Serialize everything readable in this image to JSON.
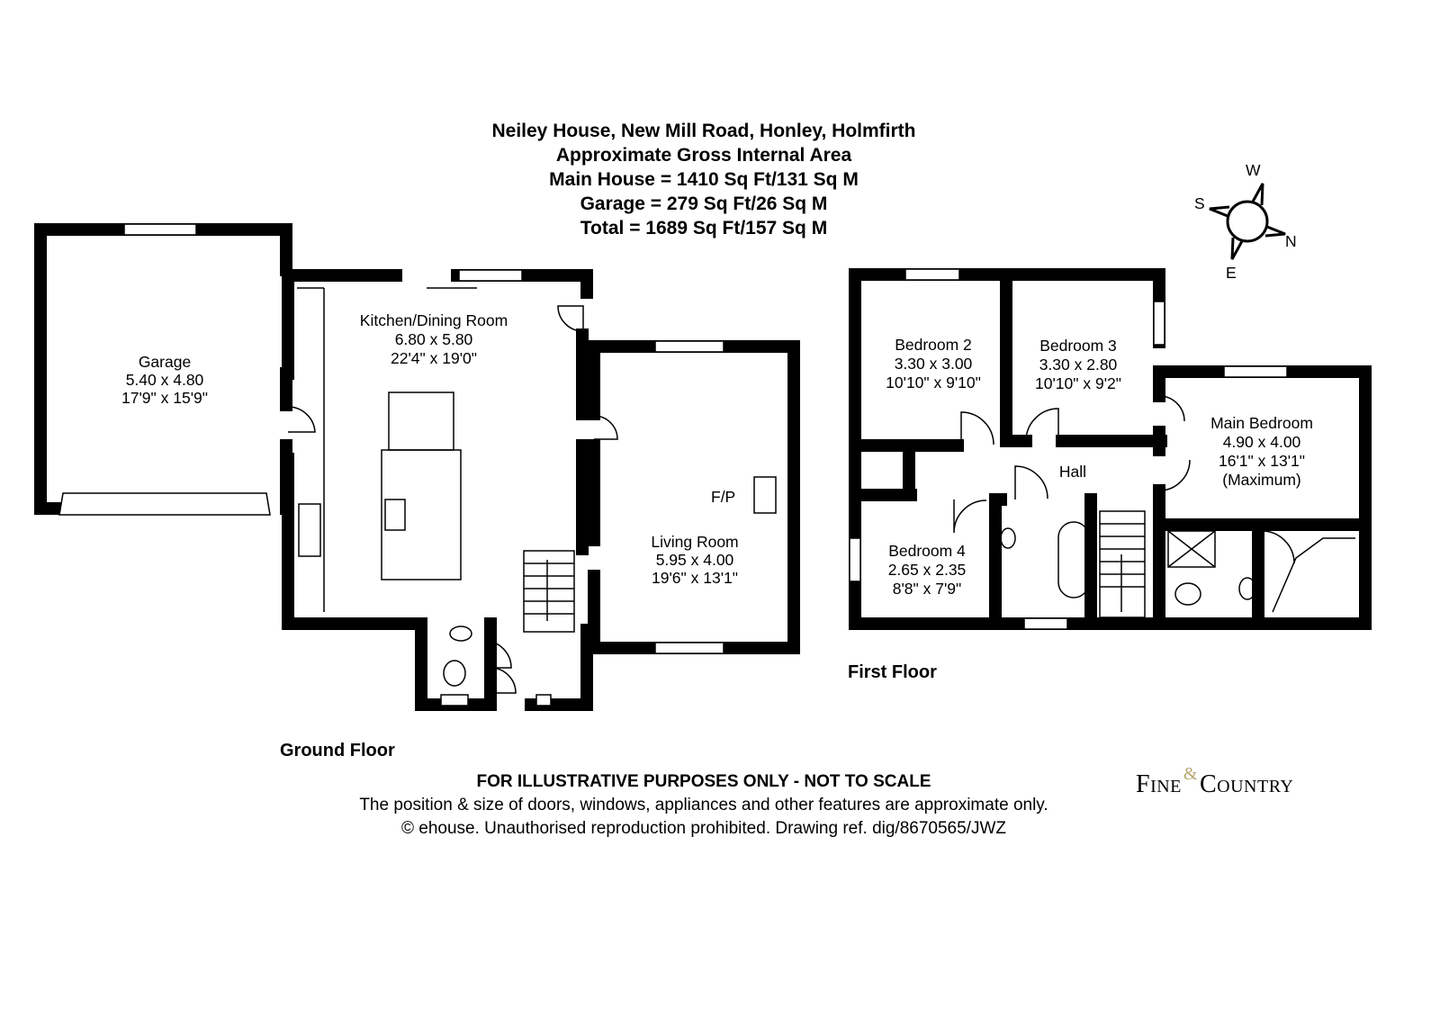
{
  "header": {
    "address": "Neiley House, New Mill Road, Honley, Holmfirth",
    "subtitle": "Approximate Gross Internal Area",
    "main_house": "Main House = 1410 Sq Ft/131 Sq M",
    "garage": "Garage = 279 Sq Ft/26 Sq M",
    "total": "Total = 1689 Sq Ft/157 Sq M"
  },
  "compass": {
    "w": "W",
    "s": "S",
    "n": "N",
    "e": "E"
  },
  "ground_floor": {
    "label": "Ground Floor",
    "rooms": {
      "garage": {
        "name": "Garage",
        "metric": "5.40 x 4.80",
        "imperial": "17'9\" x 15'9\""
      },
      "kitchen": {
        "name": "Kitchen/Dining Room",
        "metric": "6.80 x 5.80",
        "imperial": "22'4\" x 19'0\""
      },
      "living": {
        "name": "Living Room",
        "metric": "5.95 x 4.00",
        "imperial": "19'6\" x 13'1\""
      }
    },
    "fireplace": "F/P"
  },
  "first_floor": {
    "label": "First Floor",
    "rooms": {
      "bed2": {
        "name": "Bedroom 2",
        "metric": "3.30 x 3.00",
        "imperial": "10'10\" x 9'10\""
      },
      "bed3": {
        "name": "Bedroom 3",
        "metric": "3.30 x 2.80",
        "imperial": "10'10\" x 9'2\""
      },
      "main": {
        "name": "Main Bedroom",
        "metric": "4.90 x 4.00",
        "imperial": "16'1\" x 13'1\"",
        "note": "(Maximum)"
      },
      "bed4": {
        "name": "Bedroom 4",
        "metric": "2.65 x 2.35",
        "imperial": "8'8\" x 7'9\""
      },
      "hall": {
        "name": "Hall"
      }
    }
  },
  "footer": {
    "disclaimer": "FOR ILLUSTRATIVE PURPOSES ONLY - NOT TO SCALE",
    "note": "The position & size of doors, windows, appliances and other features are approximate only.",
    "copyright": "© ehouse. Unauthorised reproduction prohibited. Drawing ref. dig/8670565/JWZ"
  },
  "logo": {
    "fine": "Fine",
    "amp": "&",
    "country": "Country"
  }
}
